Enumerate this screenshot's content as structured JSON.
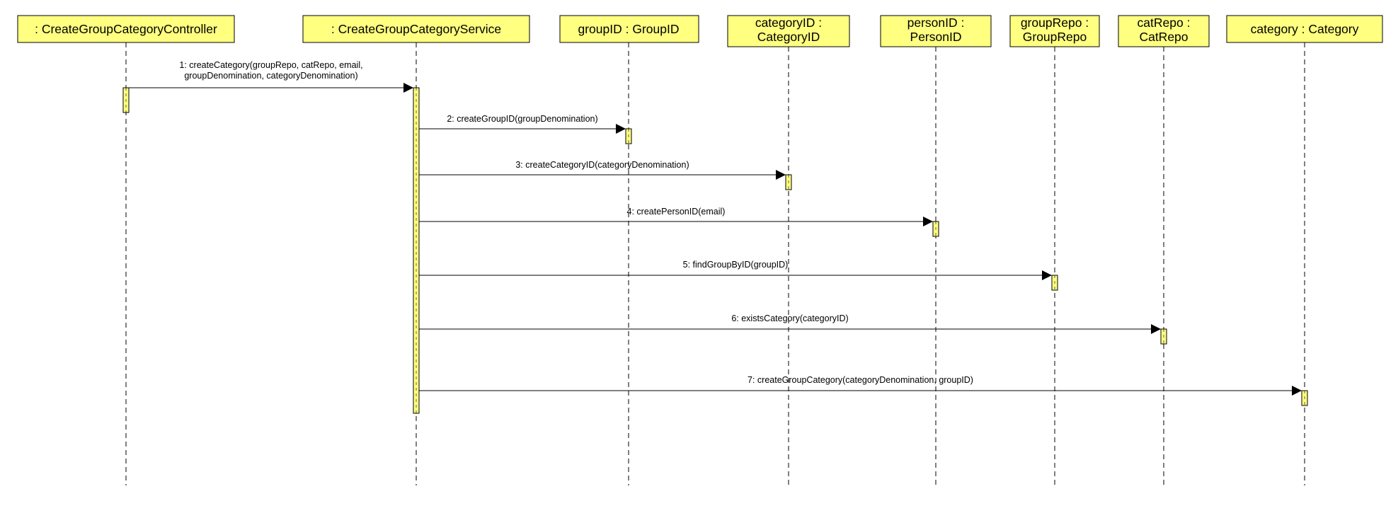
{
  "diagram": {
    "colors": {
      "box_fill": "#ffff80",
      "activation_fill": "#ffff80",
      "line": "#000000",
      "background": "#ffffff"
    },
    "lifelines": [
      {
        "id": "controller",
        "name": "lifeline-controller",
        "lines": [
          ": CreateGroupCategoryController"
        ]
      },
      {
        "id": "service",
        "name": "lifeline-service",
        "lines": [
          ": CreateGroupCategoryService"
        ]
      },
      {
        "id": "groupID",
        "name": "lifeline-group-id",
        "lines": [
          "groupID : GroupID"
        ]
      },
      {
        "id": "categoryID",
        "name": "lifeline-category-id",
        "lines": [
          "categoryID :",
          "CategoryID"
        ]
      },
      {
        "id": "personID",
        "name": "lifeline-person-id",
        "lines": [
          "personID :",
          "PersonID"
        ]
      },
      {
        "id": "groupRepo",
        "name": "lifeline-group-repo",
        "lines": [
          "groupRepo :",
          "GroupRepo"
        ]
      },
      {
        "id": "catRepo",
        "name": "lifeline-cat-repo",
        "lines": [
          "catRepo :",
          "CatRepo"
        ]
      },
      {
        "id": "category",
        "name": "lifeline-category",
        "lines": [
          "category : Category"
        ]
      }
    ],
    "messages": [
      {
        "name": "message-1",
        "from": "controller",
        "to": "service",
        "lines": [
          "1: createCategory(groupRepo, catRepo, email,",
          "groupDenomination, categoryDenomination)"
        ]
      },
      {
        "name": "message-2",
        "from": "service",
        "to": "groupID",
        "lines": [
          "2: createGroupID(groupDenomination)"
        ]
      },
      {
        "name": "message-3",
        "from": "service",
        "to": "categoryID",
        "lines": [
          "3: createCategoryID(categoryDenomination)"
        ]
      },
      {
        "name": "message-4",
        "from": "service",
        "to": "personID",
        "lines": [
          "4: createPersonID(email)"
        ]
      },
      {
        "name": "message-5",
        "from": "service",
        "to": "groupRepo",
        "lines": [
          "5: findGroupByID(groupID)"
        ]
      },
      {
        "name": "message-6",
        "from": "service",
        "to": "catRepo",
        "lines": [
          "6: existsCategory(categoryID)"
        ]
      },
      {
        "name": "message-7",
        "from": "service",
        "to": "category",
        "lines": [
          "7: createGroupCategory(categoryDenomination, groupID)"
        ]
      }
    ]
  }
}
